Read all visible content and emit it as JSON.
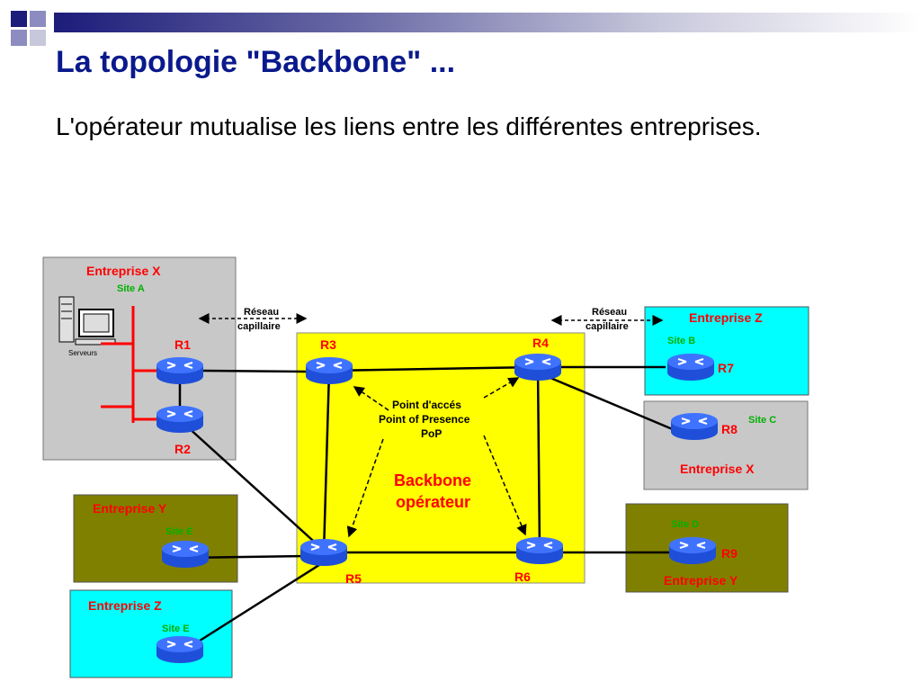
{
  "slide": {
    "title": "La topologie \"Backbone\" ...",
    "subtitle": "L'opérateur mutualise les liens entre les différentes entreprises."
  },
  "diagram": {
    "backbone_label_line1": "Backbone",
    "backbone_label_line2": "opérateur",
    "pop_line1": "Point d'accés",
    "pop_line2": "Point of Presence",
    "pop_line3": "PoP",
    "access_network_left_line1": "Réseau",
    "access_network_left_line2": "capillaire",
    "access_network_right_line1": "Réseau",
    "access_network_right_line2": "capillaire",
    "servers_label": "Serveurs",
    "sites": {
      "x_a": {
        "enterprise": "Entreprise X",
        "site": "Site A"
      },
      "y_e": {
        "enterprise": "Entreprise Y",
        "site": "Site E"
      },
      "z_e": {
        "enterprise": "Entreprise Z",
        "site": "Site E"
      },
      "z_b": {
        "enterprise": "Entreprise Z",
        "site": "Site B"
      },
      "x_c": {
        "enterprise": "Entreprise X",
        "site": "Site C"
      },
      "y_d": {
        "enterprise": "Entreprise Y",
        "site": "Site D"
      }
    },
    "routers": {
      "r1": "R1",
      "r2": "R2",
      "r3": "R3",
      "r4": "R4",
      "r5": "R5",
      "r6": "R6",
      "r7": "R7",
      "r8": "R8",
      "r9": "R9"
    }
  },
  "colors": {
    "title": "#0a1a8c",
    "backbone_fill": "#ffff00",
    "site_gray": "#c8c8c8",
    "site_olive": "#808000",
    "site_cyan": "#00ffff",
    "router_blue": "#1f4fd8",
    "label_red": "#ff0000",
    "label_green": "#00b000"
  }
}
